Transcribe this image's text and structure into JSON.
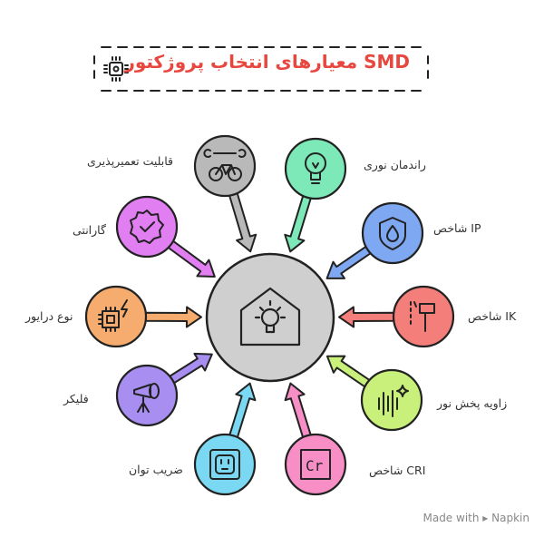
{
  "title": "SMD معیارهای انتخاب پروژکتور",
  "center": {
    "icon": "house-lightbulb-icon",
    "color": "#cfcfcf"
  },
  "items": [
    {
      "label": "راندمان نوری",
      "icon": "lightbulb-icon",
      "color": "#7de8b8"
    },
    {
      "label": "IP شاخص",
      "icon": "shield-drop-icon",
      "color": "#7fa8f2"
    },
    {
      "label": "IK شاخص",
      "icon": "hammer-icon",
      "color": "#f47e7a"
    },
    {
      "label": "زاویه پخش نور",
      "icon": "sparkle-wave-icon",
      "color": "#c9f07a"
    },
    {
      "label": "CRI شاخص",
      "icon": "cr-element-icon",
      "color": "#f78fc6"
    },
    {
      "label": "ضریب توان",
      "icon": "power-outlet-icon",
      "color": "#7ad8f2"
    },
    {
      "label": "فلیکر",
      "icon": "projector-tripod-icon",
      "color": "#a78ef0"
    },
    {
      "label": "نوع درایور",
      "icon": "chip-lightning-icon",
      "color": "#f6ac6e"
    },
    {
      "label": "گارانتی",
      "icon": "badge-check-icon",
      "color": "#e07ef2"
    },
    {
      "label": "قابلیت تعمیرپذیری",
      "icon": "wrench-bike-icon",
      "color": "#b9b9b9"
    }
  ],
  "footer": {
    "made_with": "Made with",
    "brand": "Napkin"
  }
}
